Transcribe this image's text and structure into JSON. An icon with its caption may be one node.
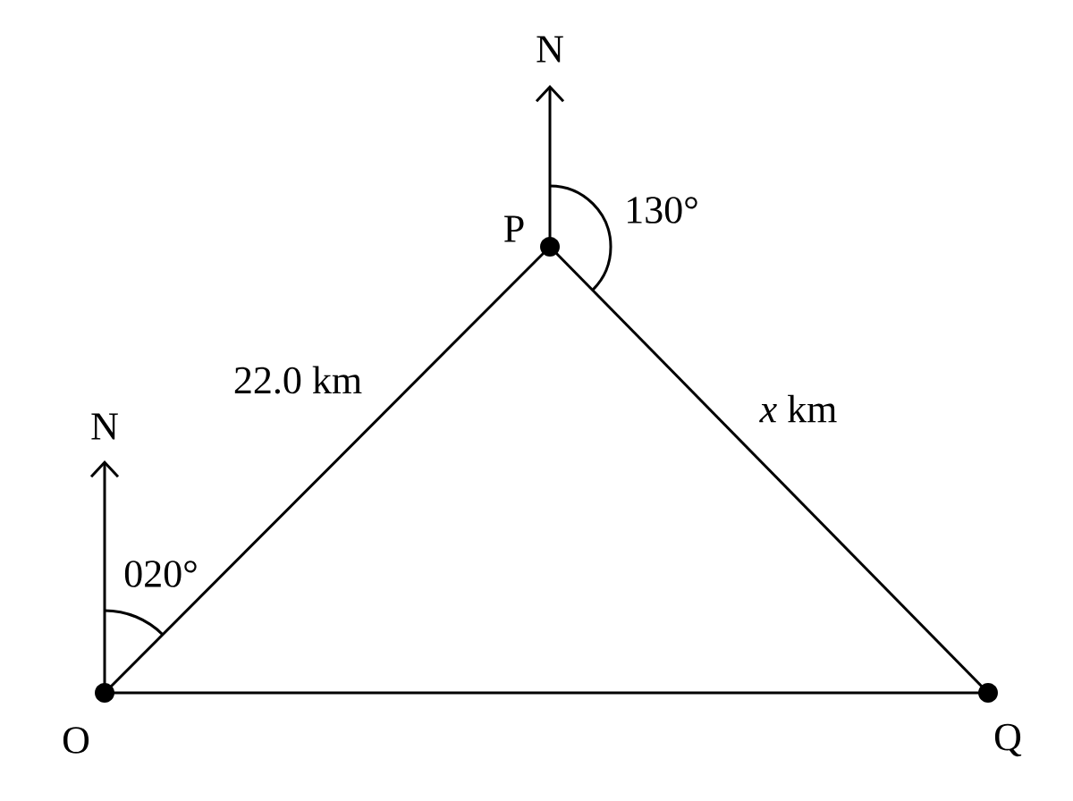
{
  "diagram": {
    "nodes": [
      {
        "text": [],
        "shape": "circle",
        "beside": [
          "O"
        ]
      },
      {
        "text": [],
        "shape": "circle",
        "beside": [
          "P"
        ]
      },
      {
        "text": [],
        "shape": "circle",
        "beside": [
          "Q"
        ]
      }
    ],
    "edges": [
      {
        "from": 0,
        "to": 1,
        "arrow": "none",
        "label": "22.0 km"
      },
      {
        "from": 1,
        "to": 2,
        "arrow": "none",
        "label": "*x* km"
      },
      {
        "from": 0,
        "to": 2,
        "arrow": "none"
      }
    ],
    "labels": [
      "N",
      "130°",
      "N",
      "020°"
    ]
  }
}
